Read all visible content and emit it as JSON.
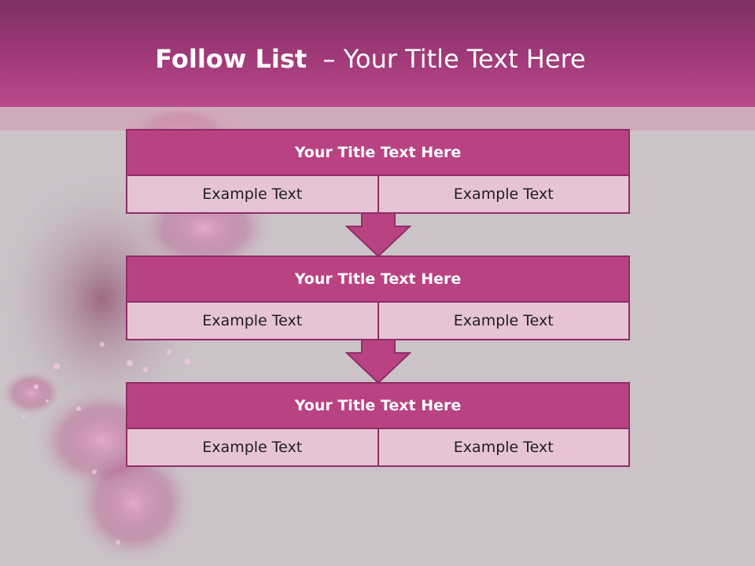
{
  "slide": {
    "title_bold": "Follow List",
    "title_rest": "  – Your Title Text Here"
  },
  "steps": [
    {
      "title": "Your Title Text Here",
      "left": "Example Text",
      "right": "Example Text"
    },
    {
      "title": "Your Title Text Here",
      "left": "Example Text",
      "right": "Example Text"
    },
    {
      "title": "Your Title Text Here",
      "left": "Example Text",
      "right": "Example Text"
    }
  ],
  "colors": {
    "header": "#a23a7a",
    "block_title": "#b94283",
    "block_cell": "#e6c4d5",
    "border": "#8e2e66",
    "arrow": "#b94283"
  },
  "icons": [
    "flower-decoration",
    "down-arrow-icon"
  ]
}
